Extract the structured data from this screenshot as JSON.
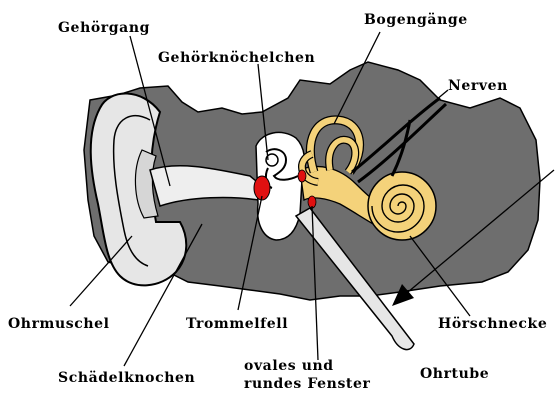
{
  "labels": {
    "gehoergang": "Gehörgang",
    "gehoerknoechelchen": "Gehörknöchelchen",
    "bogengaenge": "Bogengänge",
    "nerven": "Nerven",
    "ohrmuschel": "Ohrmuschel",
    "trommelfell": "Trommelfell",
    "hoerschnecke": "Hörschnecke",
    "schaedelknochen": "Schädelknochen",
    "fenster_line1": "ovales und",
    "fenster_line2": "rundes Fenster",
    "ohrtube": "Ohrtube"
  },
  "colors": {
    "bone": "#6e6e6e",
    "ear_skin": "#e6e6e6",
    "canal": "#eeeeee",
    "inner_ear": "#f4d27a",
    "membrane": "#e01010",
    "outline": "#000000"
  }
}
